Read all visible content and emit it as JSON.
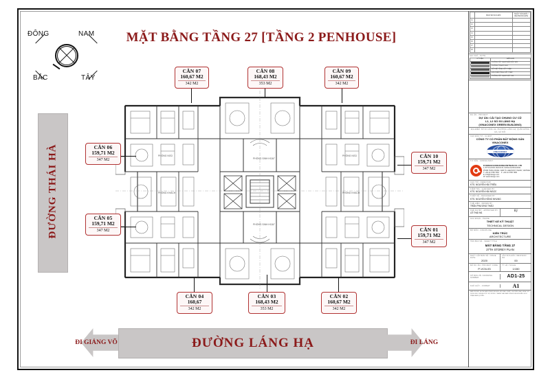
{
  "sheet": {
    "main_title": "MẶT BẰNG TẦNG 27 [TẦNG 2 PENHOUSE]",
    "accent_color": "#8b1a1a",
    "callout_border_color": "#b03030",
    "street_fill": "#c9c6c6"
  },
  "compass": {
    "name": "compass-rose",
    "north_label": "ĐÔNG",
    "east_label": "NAM",
    "south_label": "BẮC",
    "west_label": "TÂY"
  },
  "streets": {
    "left": {
      "label": "ĐƯỜNG THÁI HÀ"
    },
    "bottom": {
      "label": "ĐƯỜNG LÁNG HẠ",
      "left_arrow": "ĐI GIẢNG VÕ",
      "right_arrow": "ĐI LÁNG"
    }
  },
  "apartments": [
    {
      "id": "can-07",
      "name": "CĂN 07",
      "area_1": "160,67 M2",
      "area_2": "342 M2"
    },
    {
      "id": "can-08",
      "name": "CĂN 08",
      "area_1": "168,43 M2",
      "area_2": "353 M2"
    },
    {
      "id": "can-09",
      "name": "CĂN 09",
      "area_1": "160,67 M2",
      "area_2": "342 M2"
    },
    {
      "id": "can-06",
      "name": "CĂN 06",
      "area_1": "159,71 M2",
      "area_2": "347 M2"
    },
    {
      "id": "can-05",
      "name": "CĂN 05",
      "area_1": "159,71 M2",
      "area_2": "347 M2"
    },
    {
      "id": "can-10",
      "name": "CĂN 10",
      "area_1": "159,71 M2",
      "area_2": "347 M2"
    },
    {
      "id": "can-01",
      "name": "CĂN 01",
      "area_1": "159,71 M2",
      "area_2": "347 M2"
    },
    {
      "id": "can-04",
      "name": "CĂN 04",
      "area_1": "160,67",
      "area_2": "342 M2"
    },
    {
      "id": "can-03",
      "name": "CĂN 03",
      "area_1": "168,43 M2",
      "area_2": "353 M2"
    },
    {
      "id": "can-02",
      "name": "CĂN 02",
      "area_1": "160,67 M2",
      "area_2": "342 M2"
    }
  ],
  "title_block": {
    "revision_caption": "BẢN VẼ SỬA ĐỔI",
    "revision_date_caption": "NGÀY SỬA ĐỔI / REVISION DATE",
    "revision_rows": [
      "01",
      "02",
      "03",
      "04",
      "05",
      "06",
      "07",
      "08"
    ],
    "notes_caption": "GHI CHÚ - NOTE",
    "notes_head_symbol": "KÝ HIỆU",
    "notes_head_desc": "DIỄN GIẢI",
    "notes": [
      {
        "symbol": "",
        "desc": "TƯỜNG XÂY GẠCH ĐẶC DÀY 220"
      },
      {
        "symbol": "",
        "desc": "TƯỜNG THẠCH CAO"
      },
      {
        "symbol": "",
        "desc": "CỘT BÊ TÔNG CỐT THÉP"
      },
      {
        "symbol": "",
        "desc": "VÁCH BÊ TÔNG CỐT THÉP"
      },
      {
        "symbol": "",
        "desc": "TƯỜNG XÂY GẠCH DÀY 110"
      }
    ],
    "project_caption": "DỰ ÁN - PROJECT",
    "project_line_1": "DỰ ÁN: CẢI TẠO CHUNG CƯ CŨ",
    "project_line_2": "L1, L2 SỐ 93 LÁNG HẠ",
    "project_line_3": "(VINACONEX GREEN BUILDING)",
    "project_address": "ĐỊA ĐIỂM: SỐ 93 LÁNG HẠ, PHƯỜNG LÁNG HẠ, QUẬN ĐỐNG ĐA, HÀ NỘI",
    "client_caption": "CHỦ ĐẦU TƯ - CLIENT",
    "client_line_1": "CÔNG TY CỔ PHẦN BẤT ĐỘNG SẢN",
    "client_line_2": "VINACONEX",
    "client_logo_text": "VINACONEX",
    "consultant_caption": "TƯ VẤN - CONSULTANT",
    "consultant_name": "R DESIGN",
    "consultant_line_1": "R DESIGN  HONGKONG/VIETNAM CO. LTD",
    "consultant_line_2": "4, 5TH FLOOR, BLOCK B, SONG DA BUILDING",
    "consultant_line_3": "PHAM HUNG ROAD, NAM TU LIEM DIST, HANOI, VIETNAM",
    "consultant_tel": "T:  +84 24 3795 7981",
    "consultant_fax": "F:  +84 24 3795 7982",
    "consultant_email": "E:  info@rdesign.com",
    "consultant_web": "W: www.rdesign.com",
    "role_design_caption": "CHỦ TRÌ - DIRECTOR",
    "role_design_name": "KTS. NGUYỄN HẢI TRIỀU",
    "role_check_caption": "KIỂM TRA - CHECKED BY",
    "role_check_name": "KTS. NGUYỄN HẢI NGỌC",
    "role_draw_caption": "THIẾT KẾ - DESIGNED BY",
    "role_draw_name": "KTS. NGUYỄN HỒNG NHUNG",
    "role_author_caption": "THỂ HIỆN - DRAWN BY",
    "role_author_name": "TRẦN PHƯƠNG THẢO",
    "approved_caption": "PHÊ DUYỆT - APPROVED BY",
    "approved_name": "LÊ THÁI HÀ",
    "approved_signature": "Ký",
    "stage_caption": "GIAI ĐOẠN - PHASE",
    "stage_vn": "THIẾT KẾ KỸ THUẬT",
    "stage_en": "TECHNICAL DESIGN",
    "discipline_caption": "BỘ MÔN - DISCIPLINE",
    "discipline_vn": "KIẾN TRÚC",
    "discipline_en": "ARCHITECTURE",
    "sheet_caption": "TÊN BẢN VẼ - SHEET TITLE",
    "sheet_vn": "MẶT BẰNG TẦNG 27",
    "sheet_en": "27TH STOREY PLAN",
    "date_caption": "NGÀY LẬP BẢN VẼ / ISSUE DATE",
    "date_value": "2020",
    "rev_caption": "LẦN SỬA ĐỔI / REVISION NO.",
    "rev_value": "00",
    "proj_no_caption": "MÃ DỰ ÁN / PROJECT CODE",
    "proj_no_value": "P-VCN-93",
    "scale_caption": "TỶ LỆ / SCALE",
    "scale_value": "1/150",
    "dwg_no_caption": "SỐ BẢN VẼ / DRAWING NUMBER",
    "dwg_no_value": "AD1-25",
    "size_caption": "KHỔ GIẤY - FORMAT",
    "size_value": "A1",
    "copyright": "BẢN VẼ NÀY LÀ TÀI SẢN CỦA R DESIGN. MỌI SAO CHÉP, CHUYỂN GIAO HOẶC SỬ DỤNG KHI CHƯA ĐƯỢC SỰ ĐỒNG Ý BẰNG VĂN BẢN CỦA R DESIGN ĐỀU LÀ VI PHẠM BẢN QUYỀN."
  }
}
